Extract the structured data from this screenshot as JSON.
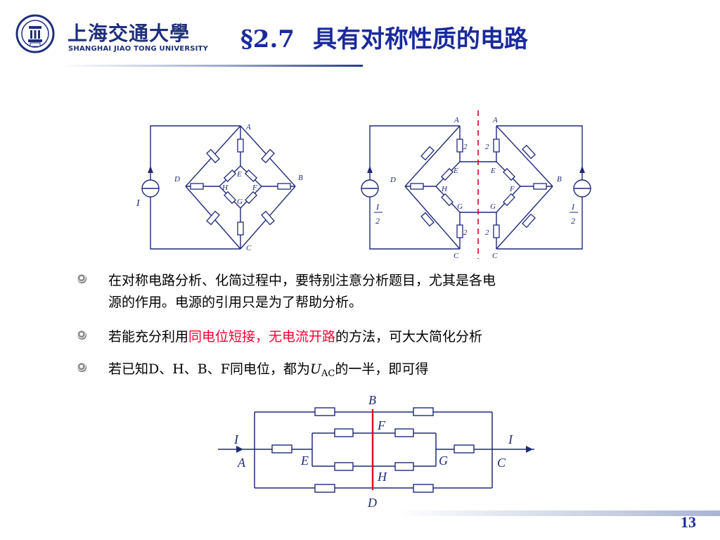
{
  "header": {
    "university_cn": "上海交通大學",
    "university_en": "SHANGHAI   JIAO TONG   UNIVERSITY",
    "title_section": "§2.7",
    "title_text": "具有对称性质的电路"
  },
  "circuit1": {
    "nodes": {
      "A": "A",
      "B": "B",
      "C": "C",
      "D": "D",
      "E": "E",
      "F": "F",
      "G": "G",
      "H": "H"
    },
    "source_label": "I"
  },
  "circuit2": {
    "nodes": {
      "A": "A",
      "B": "B",
      "C": "C",
      "D": "D",
      "E": "E",
      "F": "F",
      "G": "G",
      "H": "H"
    },
    "resistor_label": "2",
    "source_num": "I",
    "source_den": "2"
  },
  "bullets": [
    {
      "line1": "在对称电路分析、化简过程中，要特别注意分析题目，尤其是各电",
      "line2": "源的作用。电源的引用只是为了帮助分析。"
    },
    {
      "pre": "若能充分利用",
      "highlight": "同电位短接，无电流开路",
      "post": "的方法，可大大简化分析"
    },
    {
      "pre": "若已知D、H、B、F同电位，都为",
      "var": "U",
      "sub": "AC",
      "post": "的一半，即可得"
    }
  ],
  "circuit3": {
    "labels": {
      "B": "B",
      "F": "F",
      "I_left": "I",
      "I_right": "I",
      "A": "A",
      "E": "E",
      "G": "G",
      "C": "C",
      "H": "H",
      "D": "D"
    }
  },
  "colors": {
    "title": "#1a2a9e",
    "wire": "#1f2a78",
    "cut_line": "#e00020",
    "highlight": "#ff0033"
  },
  "page_number": "13"
}
